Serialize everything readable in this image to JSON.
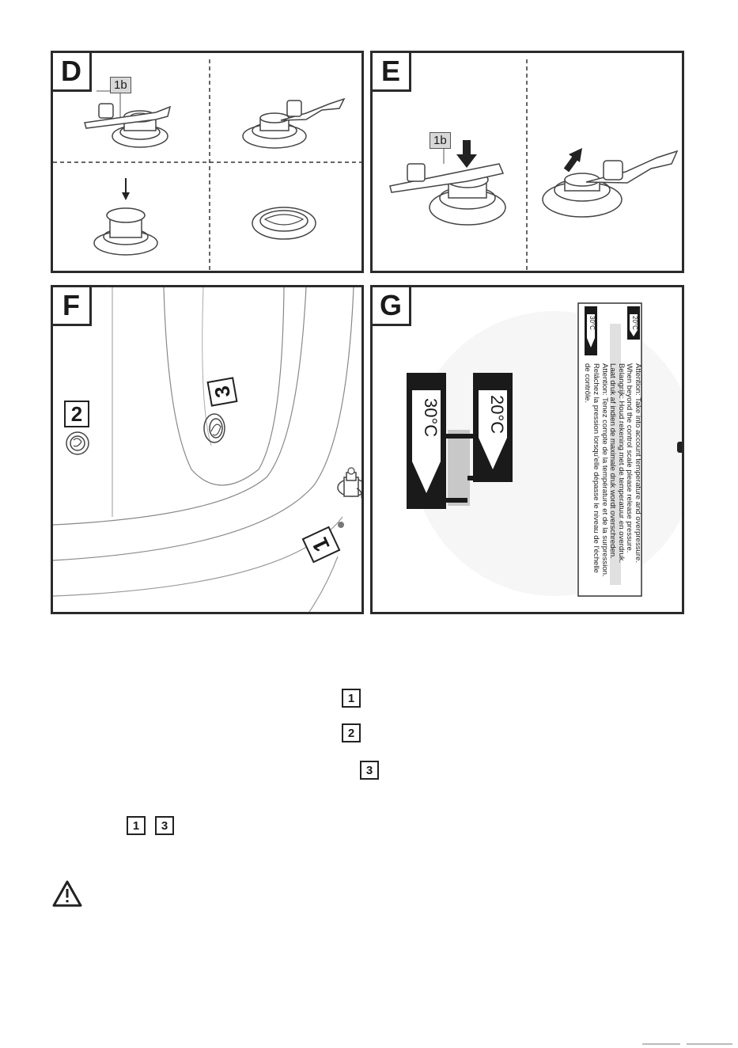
{
  "panels": {
    "d": {
      "letter": "D",
      "callout": "1b"
    },
    "e": {
      "letter": "E",
      "callout": "1b"
    },
    "f": {
      "letter": "F",
      "labels": [
        "1",
        "2",
        "3"
      ]
    },
    "g": {
      "letter": "G",
      "gauge_big": {
        "left": "30°C",
        "right": "20°C"
      },
      "gauge_small": {
        "left": "30°C",
        "right": "20°C"
      },
      "warning_lines": [
        "Attention: Take into account temperature and overpressure.",
        "When beyond the control scale please release pressure.",
        "Belangrijk: Houd rekening met de temperatuur en overdruk.",
        "Laat druk af indien de maximale druk wordt  overschreden.",
        "Attention: Tenez compte de la température et de la surpression.",
        "Relâchez la pression lorsqu'elle dépasse le niveau de l'échelle",
        "de contrôle."
      ]
    }
  },
  "legend_boxes": [
    "1",
    "2",
    "3",
    "1",
    "3"
  ],
  "icons": {
    "warning": "warning-triangle-icon"
  }
}
